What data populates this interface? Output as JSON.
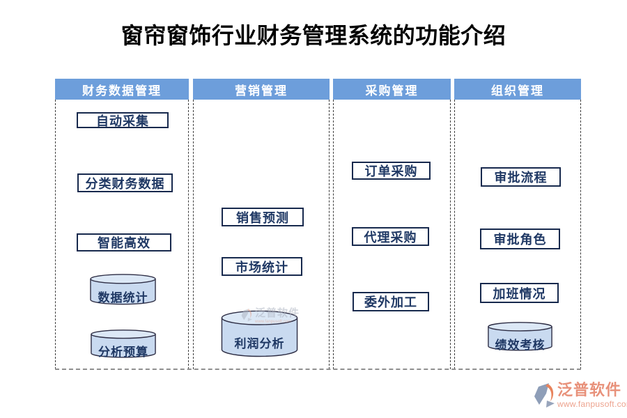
{
  "title": "窗帘窗饰行业财务管理系统的功能介绍",
  "columns": [
    {
      "header": "财务数据管理",
      "items": [
        {
          "label": "自动采集",
          "type": "box"
        },
        {
          "label": "分类财务数据",
          "type": "box"
        },
        {
          "label": "智能高效",
          "type": "box"
        },
        {
          "label": "数据统计",
          "type": "cylinder"
        },
        {
          "label": "分析预算",
          "type": "cylinder"
        }
      ]
    },
    {
      "header": "营销管理",
      "items": [
        {
          "label": "销售预测",
          "type": "box"
        },
        {
          "label": "市场统计",
          "type": "box"
        },
        {
          "label": "利润分析",
          "type": "cylinder"
        }
      ]
    },
    {
      "header": "采购管理",
      "items": [
        {
          "label": "订单采购",
          "type": "box"
        },
        {
          "label": "代理采购",
          "type": "box"
        },
        {
          "label": "委外加工",
          "type": "box"
        }
      ]
    },
    {
      "header": "组织管理",
      "items": [
        {
          "label": "审批流程",
          "type": "box"
        },
        {
          "label": "审批角色",
          "type": "box"
        },
        {
          "label": "加班情况",
          "type": "box"
        },
        {
          "label": "绩效考核",
          "type": "cylinder"
        }
      ]
    }
  ],
  "watermark": {
    "brand": "泛普软件",
    "url": "www.fanpusoft.com"
  },
  "footer": {
    "brand": "泛普软件",
    "url": "www.fanpusoft.com"
  },
  "colors": {
    "header_bg": "#6D9EDB",
    "header_text": "#FFFFFF",
    "box_border": "#17294D",
    "node_text": "#1F3864",
    "cylinder_fill": "#C9DAF0",
    "cylinder_top": "#DCE8F6",
    "dashed_border": "#3C3C3C",
    "bottom_line": "#8F8F8F",
    "brand_color": "#E8917A"
  }
}
